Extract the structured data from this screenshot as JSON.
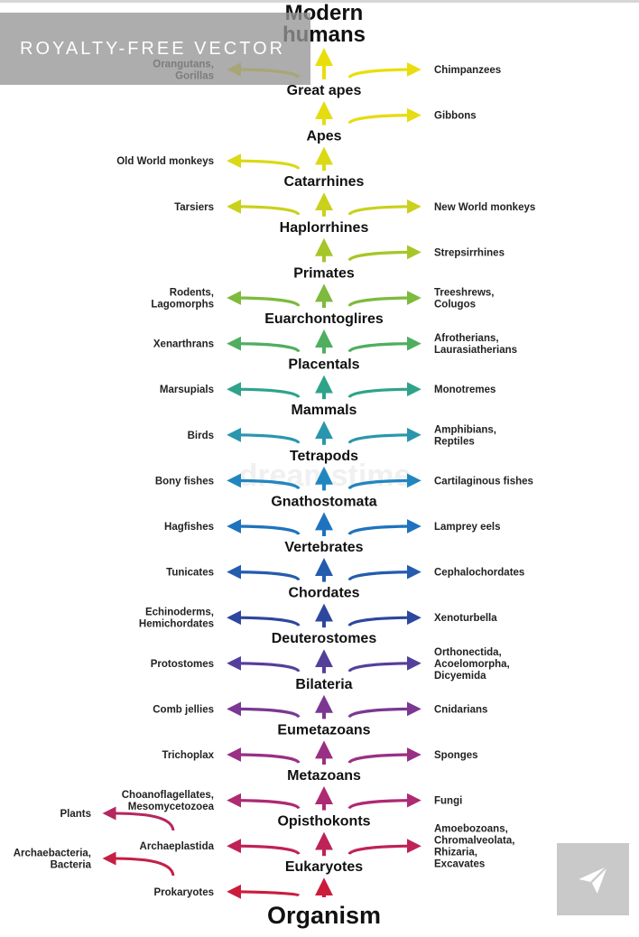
{
  "banner": {
    "label": "ROYALTY-FREE VECTOR"
  },
  "watermark": {
    "text": "dreamstime"
  },
  "share": {
    "icon": "paper-plane-icon"
  },
  "diagram": {
    "top": "Modern humans",
    "top_lines": [
      "Modern",
      "humans"
    ],
    "root": "Organism",
    "levels": [
      {
        "node": "Great apes",
        "left": [
          "Orangutans,",
          "Gorillas"
        ],
        "right": [
          "Chimpanzees"
        ],
        "color": "#e9de0c"
      },
      {
        "node": "Apes",
        "left": [],
        "right": [
          "Gibbons"
        ],
        "color": "#e5dc12"
      },
      {
        "node": "Catarrhines",
        "left": [
          "Old World monkeys"
        ],
        "right": [],
        "color": "#dbd914"
      },
      {
        "node": "Haplorrhines",
        "left": [
          "Tarsiers"
        ],
        "right": [
          "New World monkeys"
        ],
        "color": "#c9d11c"
      },
      {
        "node": "Primates",
        "left": [],
        "right": [
          "Strepsirrhines"
        ],
        "color": "#a6c628"
      },
      {
        "node": "Euarchontoglires",
        "left": [
          "Rodents,",
          "Lagomorphs"
        ],
        "right": [
          "Treeshrews,",
          "Colugos"
        ],
        "color": "#7dba3d"
      },
      {
        "node": "Placentals",
        "left": [
          "Xenarthrans"
        ],
        "right": [
          "Afrotherians,",
          "Laurasiatherians"
        ],
        "color": "#4fae60"
      },
      {
        "node": "Mammals",
        "left": [
          "Marsupials"
        ],
        "right": [
          "Monotremes"
        ],
        "color": "#2fa38a"
      },
      {
        "node": "Tetrapods",
        "left": [
          "Birds"
        ],
        "right": [
          "Amphibians,",
          "Reptiles"
        ],
        "color": "#2a96ad"
      },
      {
        "node": "Gnathostomata",
        "left": [
          "Bony fishes"
        ],
        "right": [
          "Cartilaginous fishes"
        ],
        "color": "#2186c0"
      },
      {
        "node": "Vertebrates",
        "left": [
          "Hagfishes"
        ],
        "right": [
          "Lamprey eels"
        ],
        "color": "#1f73be"
      },
      {
        "node": "Chordates",
        "left": [
          "Tunicates"
        ],
        "right": [
          "Cephalochordates"
        ],
        "color": "#245cae"
      },
      {
        "node": "Deuterostomes",
        "left": [
          "Echinoderms,",
          "Hemichordates"
        ],
        "right": [
          "Xenoturbella"
        ],
        "color": "#2e479e"
      },
      {
        "node": "Bilateria",
        "left": [
          "Protostomes"
        ],
        "right": [
          "Orthonectida,",
          "Acoelomorpha,",
          "Dicyemida"
        ],
        "color": "#54409a"
      },
      {
        "node": "Eumetazoans",
        "left": [
          "Comb jellies"
        ],
        "right": [
          "Cnidarians"
        ],
        "color": "#7a3892"
      },
      {
        "node": "Metazoans",
        "left": [
          "Trichoplax"
        ],
        "right": [
          "Sponges"
        ],
        "color": "#993084"
      },
      {
        "node": "Opisthokonts",
        "left": [
          "Choanoflagellates,",
          "Mesomycetozoea"
        ],
        "right": [
          "Fungi"
        ],
        "color": "#ae2a72"
      },
      {
        "node": "Eukaryotes",
        "left": [
          "Archaeplastida"
        ],
        "right": [
          "Amoebozoans,",
          "Chromalveolata,",
          "Rhizaria,",
          "Excavates"
        ],
        "color": "#bf2257"
      },
      {
        "node": "Organism",
        "left": [
          "Prokaryotes"
        ],
        "right": [],
        "color": "#cc1c3c"
      }
    ],
    "far_left": [
      {
        "label": [
          "Plants"
        ],
        "color": "#b5275f"
      },
      {
        "label": [
          "Archaebacteria,",
          "Bacteria"
        ],
        "color": "#c41f45"
      }
    ]
  }
}
